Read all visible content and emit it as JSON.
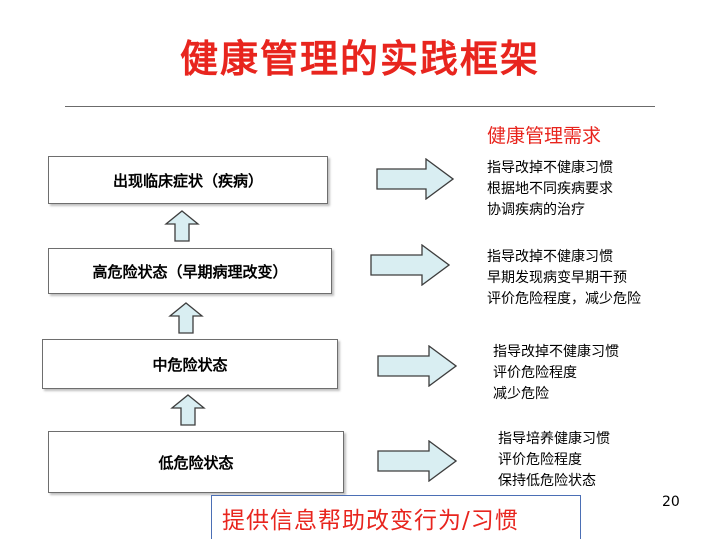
{
  "title": "健康管理的实践框架",
  "needs_heading": "健康管理需求",
  "stages": [
    {
      "label": "出现临床症状（疾病）",
      "needs": [
        "指导改掉不健康习惯",
        "根据地不同疾病要求",
        "协调疾病的治疗"
      ]
    },
    {
      "label": "高危险状态（早期病理改变）",
      "needs": [
        "指导改掉不健康习惯",
        "早期发现病变早期干预",
        "评价危险程度，减少危险"
      ]
    },
    {
      "label": "中危险状态",
      "needs": [
        "指导改掉不健康习惯",
        "评价危险程度",
        "减少危险"
      ]
    },
    {
      "label": "低危险状态",
      "needs": [
        "指导培养健康习惯",
        "评价危险程度",
        "保持低危险状态"
      ]
    }
  ],
  "page_number": "20",
  "bottom_banner": "提供信息帮助改变行为/习惯",
  "colors": {
    "title": "#e8251e",
    "arrow_fill": "#d9eef2",
    "arrow_stroke": "#3d3d3d",
    "banner_border": "#4b6fb5"
  },
  "icons": {
    "right_arrow": "right-arrow-icon",
    "up_arrow": "up-arrow-icon"
  }
}
